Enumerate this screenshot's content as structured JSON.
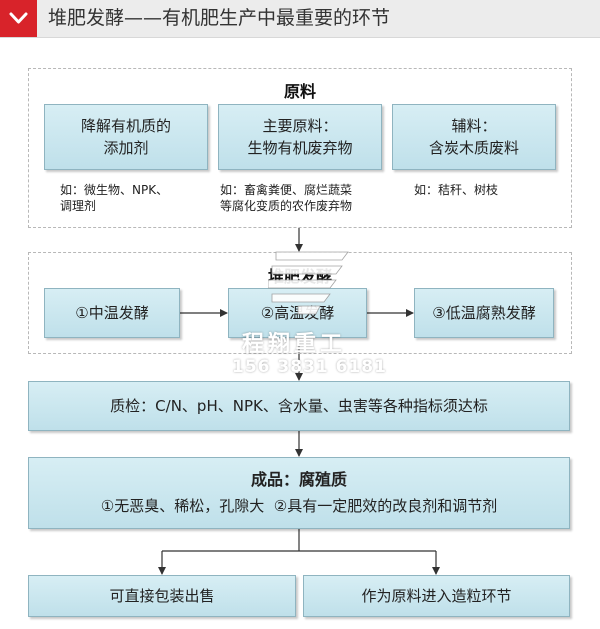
{
  "header": {
    "title": "堆肥发酵——有机肥生产中最重要的环节",
    "accent": "#d8232a"
  },
  "raw": {
    "title": "原料",
    "boxes": [
      {
        "line1": "降解有机质的",
        "line2": "添加剂",
        "note1": "如：微生物、NPK、",
        "note2": "调理剂"
      },
      {
        "line1": "主要原料：",
        "line2": "生物有机废弃物",
        "note1": "如：畜禽粪便、腐烂蔬菜",
        "note2": "等腐化变质的农作废弃物"
      },
      {
        "line1": "辅料：",
        "line2": "含炭木质废料",
        "note1": "如：秸秆、树枝",
        "note2": ""
      }
    ]
  },
  "ferment": {
    "title": "堆肥发酵",
    "stages": [
      "①中温发酵",
      "②高温发酵",
      "③低温腐熟发酵"
    ]
  },
  "qc": {
    "text": "质检：C/N、pH、NPK、含水量、虫害等各种指标须达标"
  },
  "product": {
    "title": "成品：腐殖质",
    "desc": "①无恶臭、稀松，孔隙大  ②具有一定肥效的改良剂和调节剂"
  },
  "outputs": [
    "可直接包装出售",
    "作为原料进入造粒环节"
  ],
  "watermark": {
    "name": "程翔重工",
    "phone": "156 3831 6181"
  },
  "colors": {
    "box_fill": "#c9e6ee",
    "box_border": "#8fb4c0",
    "line": "#333333"
  }
}
